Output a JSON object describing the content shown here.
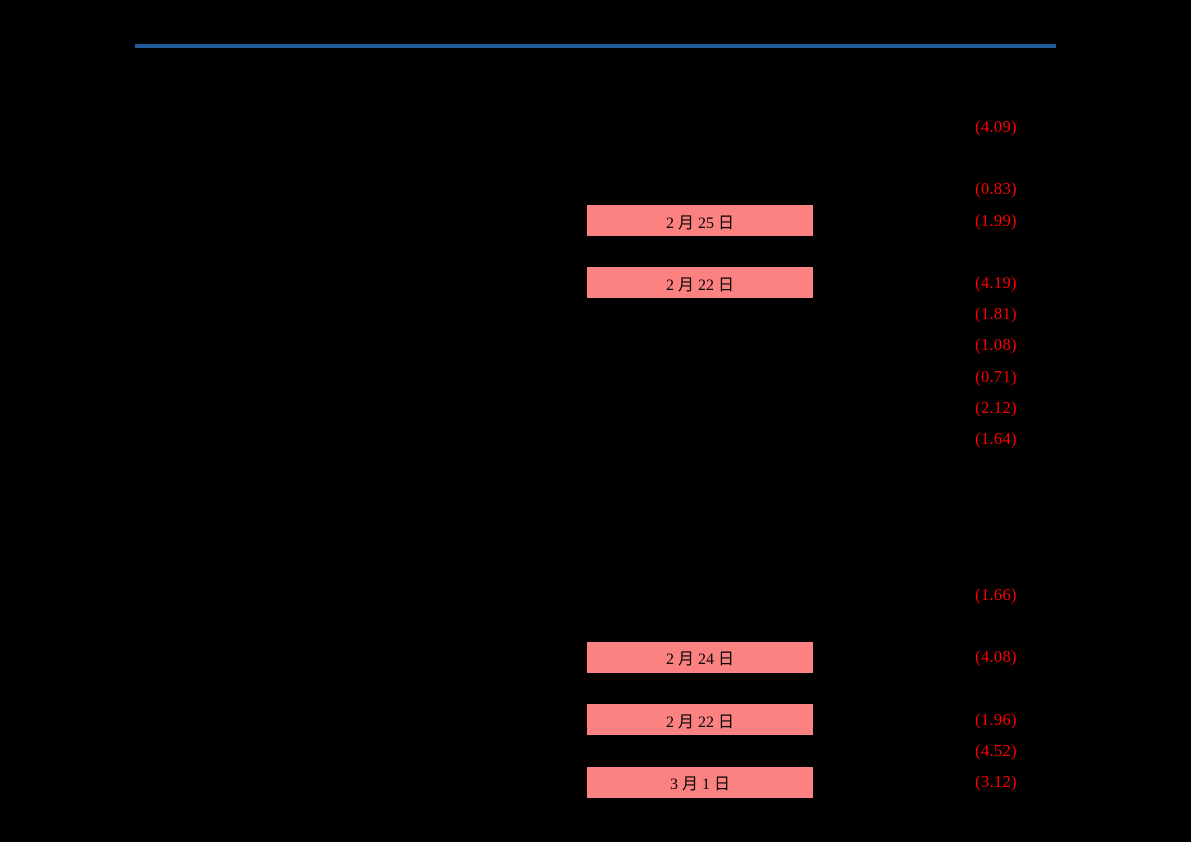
{
  "page": {
    "background_color": "#000000",
    "divider_color": "#1F5C99",
    "highlight_color": "#FC8282",
    "negative_color": "#FF0000",
    "date_text_color": "#000000"
  },
  "table": {
    "rows": [
      {
        "row": 0,
        "date": "",
        "value": "(4.09)"
      },
      {
        "row": 2,
        "date": "",
        "value": "(0.83)"
      },
      {
        "row": 3,
        "date": "2 月 25 日",
        "value": "(1.99)"
      },
      {
        "row": 5,
        "date": "2 月 22 日",
        "value": "(4.19)"
      },
      {
        "row": 6,
        "date": "",
        "value": "(1.81)"
      },
      {
        "row": 7,
        "date": "",
        "value": "(1.08)"
      },
      {
        "row": 8,
        "date": "",
        "value": "(0.71)"
      },
      {
        "row": 9,
        "date": "",
        "value": "(2.12)"
      },
      {
        "row": 10,
        "date": "",
        "value": "(1.64)"
      },
      {
        "row": 15,
        "date": "",
        "value": "(1.66)"
      },
      {
        "row": 17,
        "date": "2 月 24 日",
        "value": "(4.08)"
      },
      {
        "row": 19,
        "date": "2 月 22 日",
        "value": "(1.96)"
      },
      {
        "row": 20,
        "date": "",
        "value": "(4.52)"
      },
      {
        "row": 21,
        "date": "3 月 1 日",
        "value": "(3.12)"
      }
    ]
  }
}
